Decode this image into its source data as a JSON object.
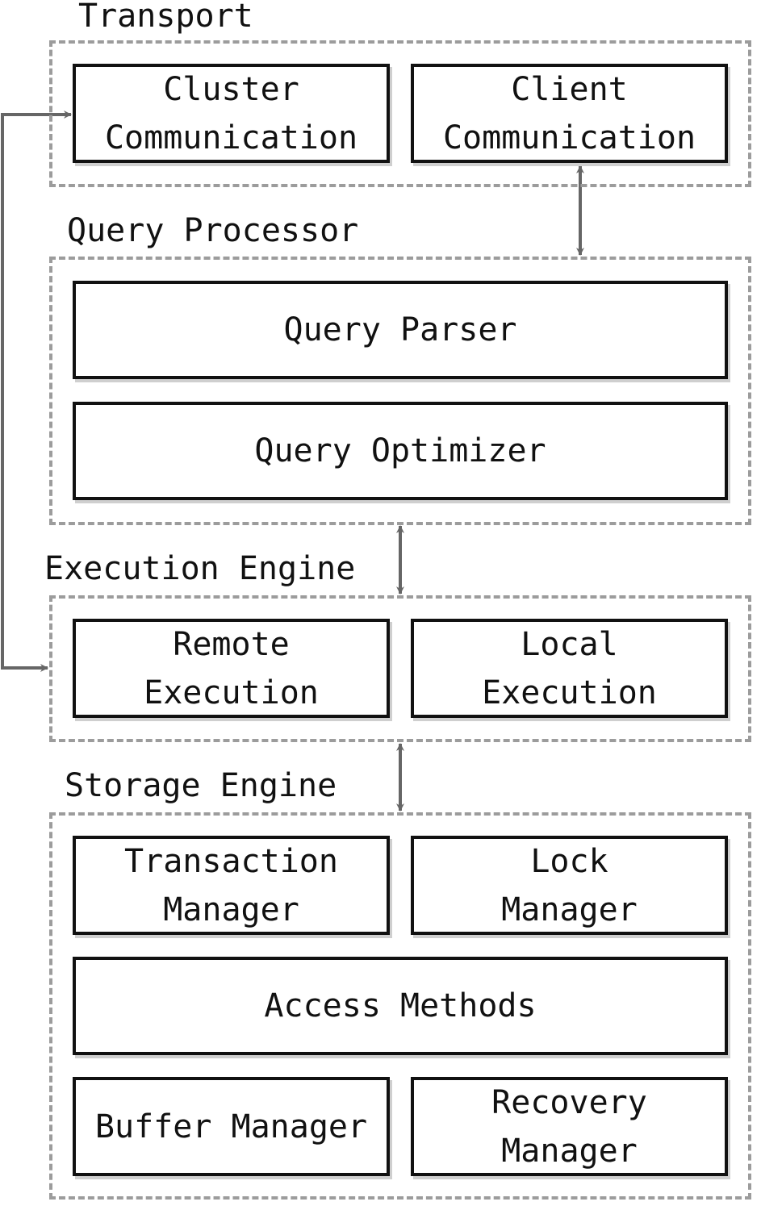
{
  "layers": {
    "transport": "Transport",
    "query_processor": "Query Processor",
    "execution_engine": "Execution Engine",
    "storage_engine": "Storage Engine"
  },
  "components": {
    "cluster_communication": [
      "Cluster",
      "Communication"
    ],
    "client_communication": [
      "Client",
      "Communication"
    ],
    "query_parser": "Query Parser",
    "query_optimizer": "Query Optimizer",
    "remote_execution": [
      "Remote",
      "Execution"
    ],
    "local_execution": [
      "Local",
      "Execution"
    ],
    "transaction_manager": [
      "Transaction",
      "Manager"
    ],
    "lock_manager": [
      "Lock",
      "Manager"
    ],
    "access_methods": "Access Methods",
    "buffer_manager": "Buffer Manager",
    "recovery_manager": [
      "Recovery",
      "Manager"
    ]
  },
  "colors": {
    "box_border": "#111111",
    "group_border": "#9c9c9c",
    "arrow": "#666666",
    "shadow": "#cfcfcf"
  }
}
